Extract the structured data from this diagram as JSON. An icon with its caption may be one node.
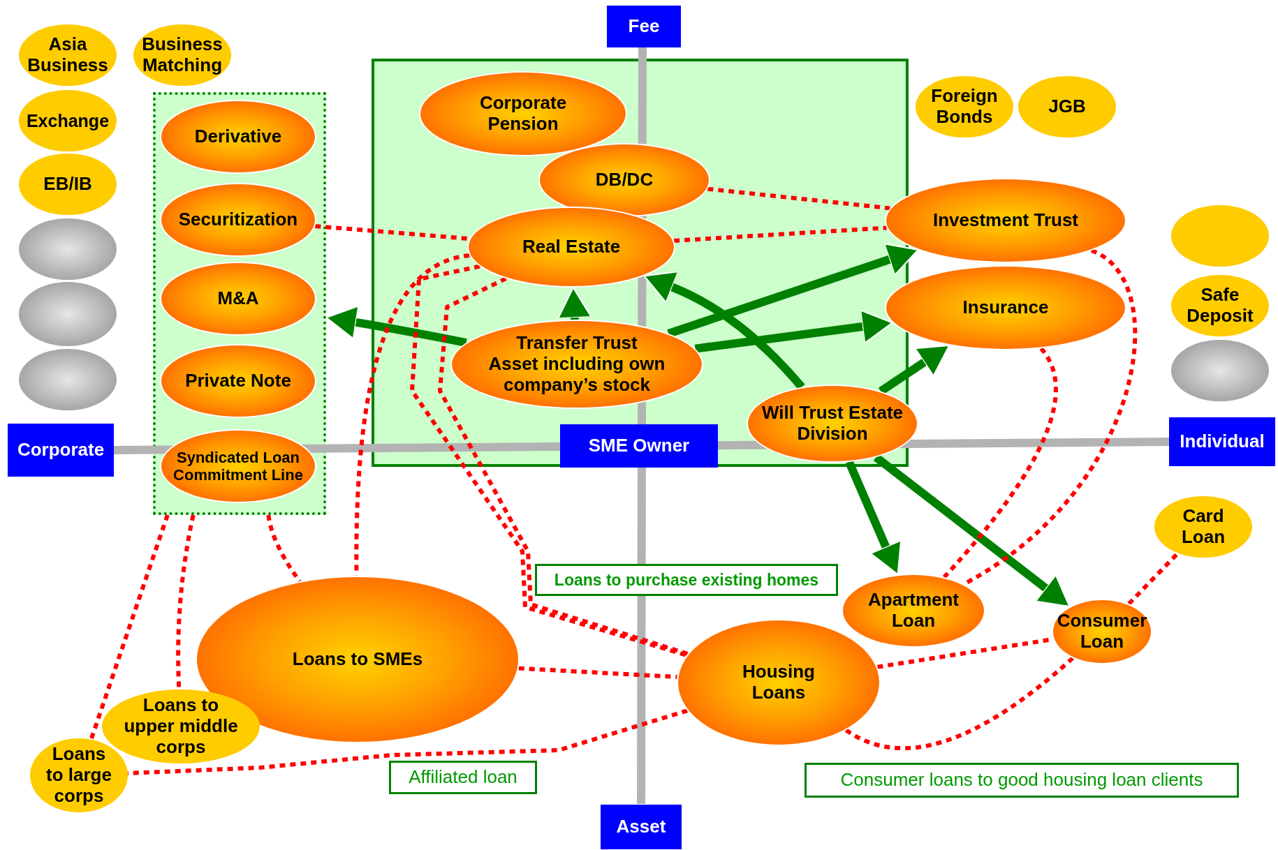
{
  "diagram": {
    "nodes": [
      {
        "text": [
          "Fee"
        ]
      },
      {
        "text": [
          "Asia Business"
        ]
      },
      {
        "text": [
          "Business Matching"
        ]
      },
      {
        "text": [],
        "shape": "box"
      },
      {
        "text": [
          "Derivative"
        ],
        "in": 3
      },
      {
        "text": [
          "Corporate Pension"
        ]
      },
      {
        "text": [
          "Foreign Bonds"
        ]
      },
      {
        "text": [
          "JGB"
        ]
      },
      {
        "text": [
          "Exchange"
        ]
      },
      {
        "text": [
          "DB/DC"
        ]
      },
      {
        "text": [
          "EB/IB"
        ]
      },
      {
        "text": [
          "Securitization"
        ],
        "in": 3
      },
      {
        "text": [
          "Investment Trust"
        ]
      },
      {
        "text": [
          "Real Estate"
        ]
      },
      {
        "text": [],
        "shape": "ellipse"
      },
      {
        "text": [],
        "shape": "ellipse"
      },
      {
        "text": [
          "M&A"
        ],
        "in": 3
      },
      {
        "text": [
          "Insurance"
        ]
      },
      {
        "text": [],
        "shape": "ellipse"
      },
      {
        "text": [
          "Safe Deposit"
        ]
      },
      {
        "text": [
          "Transfer Trust",
          "Asset including own company’s stock"
        ]
      },
      {
        "text": [],
        "shape": "ellipse"
      },
      {
        "text": [],
        "shape": "ellipse"
      },
      {
        "text": [
          "Private Note"
        ],
        "in": 3
      },
      {
        "text": [
          "Will Trust Estate Division"
        ]
      },
      {
        "text": [
          "Corporate"
        ]
      },
      {
        "text": [
          "Syndicated Loan Commitment Line"
        ],
        "in": 3
      },
      {
        "text": [
          "SME Owner"
        ]
      },
      {
        "text": [
          "Individual"
        ]
      },
      {
        "text": [
          "Card Loan"
        ]
      },
      {
        "text": [
          "Loans to purchase existing homes"
        ]
      },
      {
        "text": [
          "Apartment Loan"
        ]
      },
      {
        "text": [
          "Consumer Loan"
        ]
      },
      {
        "text": [
          "Loans to SMEs"
        ]
      },
      {
        "text": [
          "Housing Loans"
        ]
      },
      {
        "text": [
          "Loans to upper middle corps"
        ]
      },
      {
        "text": [
          "Loans to large corps"
        ]
      },
      {
        "text": [
          "Affiliated loan"
        ]
      },
      {
        "text": [
          "Consumer loans to good housing loan clients"
        ]
      },
      {
        "text": [
          "Asset"
        ]
      }
    ],
    "edges": [
      {
        "from": 20,
        "to": 3,
        "arrow": "to",
        "style": "thick",
        "color": "#008000"
      },
      {
        "from": 20,
        "to": 13,
        "arrow": "to",
        "style": "thick",
        "color": "#008000"
      },
      {
        "from": 20,
        "to": 12,
        "arrow": "to",
        "style": "thick",
        "color": "#008000"
      },
      {
        "from": 20,
        "to": 17,
        "arrow": "to",
        "style": "thick",
        "color": "#008000"
      },
      {
        "from": 24,
        "to": 13,
        "arrow": "to",
        "style": "thick",
        "color": "#008000"
      },
      {
        "from": 24,
        "to": 17,
        "arrow": "to",
        "style": "thick",
        "color": "#008000"
      },
      {
        "from": 24,
        "to": 31,
        "arrow": "to",
        "style": "thick",
        "color": "#008000"
      },
      {
        "from": 24,
        "to": 32,
        "arrow": "to",
        "style": "thick",
        "color": "#008000"
      },
      {
        "from": 11,
        "to": 13,
        "arrow": "none",
        "style": "dashed"
      },
      {
        "from": 9,
        "to": 12,
        "arrow": "none",
        "style": "dashed"
      },
      {
        "from": 13,
        "to": 12,
        "arrow": "none",
        "style": "dashed"
      },
      {
        "from": 13,
        "to": 33,
        "arrow": "none",
        "style": "dashed"
      },
      {
        "from": 13,
        "to": 34,
        "arrow": "none",
        "style": "dashed"
      },
      {
        "from": 13,
        "to": 34,
        "arrow": "none",
        "style": "dashed"
      },
      {
        "from": 12,
        "to": 31,
        "arrow": "none",
        "style": "dashed"
      },
      {
        "from": 17,
        "to": 31,
        "arrow": "none",
        "style": "dashed"
      },
      {
        "from": 3,
        "to": 36,
        "arrow": "none",
        "style": "dashed"
      },
      {
        "from": 3,
        "to": 35,
        "arrow": "none",
        "style": "dashed"
      },
      {
        "from": 3,
        "to": 33,
        "arrow": "none",
        "style": "dashed"
      },
      {
        "from": 33,
        "to": 34,
        "arrow": "none",
        "style": "dashed"
      },
      {
        "from": 34,
        "to": 32,
        "arrow": "none",
        "style": "dashed"
      },
      {
        "from": 34,
        "to": 36,
        "arrow": "none",
        "style": "dashed"
      },
      {
        "from": 34,
        "to": 32,
        "arrow": "none",
        "style": "dashed"
      },
      {
        "from": 32,
        "to": 29,
        "arrow": "none",
        "style": "dashed"
      }
    ]
  }
}
